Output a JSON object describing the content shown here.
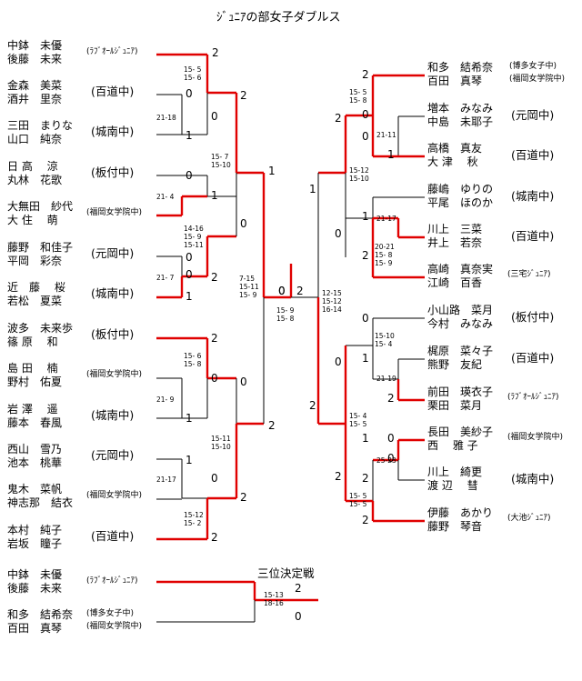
{
  "title": "ｼﾞｭﾆｱの部女子ダブルス",
  "third_place_title": "三位決定戦",
  "left_entries": [
    {
      "p1": "中鉢　未優",
      "p2": "後藤　未来",
      "team": "(ﾗﾌﾞｵｰﾙｼﾞｭﾆｱ)"
    },
    {
      "p1": "金森　美菜",
      "p2": "酒井　里奈",
      "team": "(百道中)"
    },
    {
      "p1": "三田　まりな",
      "p2": "山口　純奈",
      "team": "(城南中)"
    },
    {
      "p1": "日 高　 涼",
      "p2": "丸林　花歌",
      "team": "(板付中)"
    },
    {
      "p1": "大無田　紗代",
      "p2": "大 住　 萌",
      "team": "(福岡女学院中)"
    },
    {
      "p1": "藤野　和佳子",
      "p2": "平岡　彩奈",
      "team": "(元岡中)"
    },
    {
      "p1": "近　藤　 桜",
      "p2": "若松　夏菜",
      "team": "(城南中)"
    },
    {
      "p1": "波多　未来歩",
      "p2": "篠 原　 和",
      "team": "(板付中)"
    },
    {
      "p1": "島 田　 楠",
      "p2": "野村　佑夏",
      "team": "(福岡女学院中)"
    },
    {
      "p1": "岩 澤　 遥",
      "p2": "藤本　春風",
      "team": "(城南中)"
    },
    {
      "p1": "西山　雪乃",
      "p2": "池本　桃華",
      "team": "(元岡中)"
    },
    {
      "p1": "鬼木　菜帆",
      "p2": "神志那　結衣",
      "team": "(福岡女学院中)"
    },
    {
      "p1": "本村　純子",
      "p2": "岩坂　瞳子",
      "team": "(百道中)"
    }
  ],
  "right_entries": [
    {
      "p1": "和多　結希奈",
      "p2": "百田　真琴",
      "team": "(博多女子中)",
      "team2": "(福岡女学院中)"
    },
    {
      "p1": "増本　みなみ",
      "p2": "中島　未耶子",
      "team": "(元岡中)"
    },
    {
      "p1": "高橋　真友",
      "p2": "大 津　 秋",
      "team": "(百道中)"
    },
    {
      "p1": "藤嶋　ゆりの",
      "p2": "平尾　ほのか",
      "team": "(城南中)"
    },
    {
      "p1": "川上　三菜",
      "p2": "井上　若奈",
      "team": "(百道中)"
    },
    {
      "p1": "高崎　真奈実",
      "p2": "江崎　百香",
      "team": "(三宅ｼﾞｭﾆｱ)"
    },
    {
      "p1": "小山路　菜月",
      "p2": "今村　みなみ",
      "team": "(板付中)"
    },
    {
      "p1": "梶原　菜々子",
      "p2": "熊野　友紀",
      "team": "(百道中)"
    },
    {
      "p1": "前田　瑛衣子",
      "p2": "栗田　菜月",
      "team": "(ﾗﾌﾞｵｰﾙｼﾞｭﾆｱ)"
    },
    {
      "p1": "長田　美紗子",
      "p2": "西　 雅 子",
      "team": "(福岡女学院中)"
    },
    {
      "p1": "川上　綺更",
      "p2": "渡 辺　 彗",
      "team": "(城南中)"
    },
    {
      "p1": "伊藤　あかり",
      "p2": "藤野　琴音",
      "team": "(大池ｼﾞｭﾆｱ)"
    }
  ],
  "third_entries": [
    {
      "p1": "中鉢　未優",
      "p2": "後藤　未来",
      "team": "(ﾗﾌﾞｵｰﾙｼﾞｭﾆｱ)"
    },
    {
      "p1": "和多　結希奈",
      "p2": "百田　真琴",
      "team": "(博多女子中)",
      "team2": "(福岡女学院中)"
    }
  ],
  "numbers": {
    "l1": "2",
    "l2": "0",
    "l3": "0",
    "l4": "1",
    "l5": "2",
    "l6": "1",
    "l7": "0",
    "l8": "1",
    "l9": "0",
    "l10": "0",
    "l11": "0",
    "l12": "2",
    "l13": "1",
    "l14": "0",
    "l15": "2",
    "l16": "0",
    "l17": "0",
    "l18": "1",
    "l19": "2",
    "l20": "1",
    "l21": "0",
    "l22": "2",
    "l23": "2",
    "lfinal": "0",
    "rfinal": "2",
    "r1": "2",
    "r2": "0",
    "r3": "1",
    "r4": "2",
    "r5": "0",
    "r6": "1",
    "r7": "1",
    "r8": "1",
    "r9": "0",
    "r10": "2",
    "r11": "0",
    "r12": "0",
    "r13": "1",
    "r14": "2",
    "r15": "2",
    "r16": "0",
    "r17": "1",
    "r18": "2",
    "r19": "0",
    "r20": "2",
    "r21": "2",
    "t1": "2",
    "t2": "0"
  },
  "scores": {
    "ls1": "15- 5\n15- 6",
    "ls2": "21-18",
    "ls3": "15- 7\n15-10",
    "ls4": "21- 4",
    "ls5": "14-16\n15- 9\n15-11",
    "ls6": "21- 7",
    "ls7": "7-15\n15-11\n15- 9",
    "ls8": "15- 6\n15- 8",
    "ls9": "21- 9",
    "ls10": "15-11\n15-10",
    "ls11": "21-17",
    "ls12": "15-12\n15- 2",
    "fs": "15- 9\n15- 8",
    "rs1": "15- 5\n15- 8",
    "rs2": "21-11",
    "rs3": "15-12\n15-10",
    "rs4": "21-17",
    "rs5": "20-21\n15- 8\n15- 9",
    "rs6": "12-15\n15-12\n16-14",
    "rs7": "15-10\n15- 4",
    "rs8": "21-19",
    "rs9": "15- 4\n15- 5",
    "rs10": "25-23",
    "rs11": "15- 5\n15- 5",
    "ts": "15-13\n18-16"
  },
  "colors": {
    "win": "#e00000",
    "line": "#000000"
  }
}
